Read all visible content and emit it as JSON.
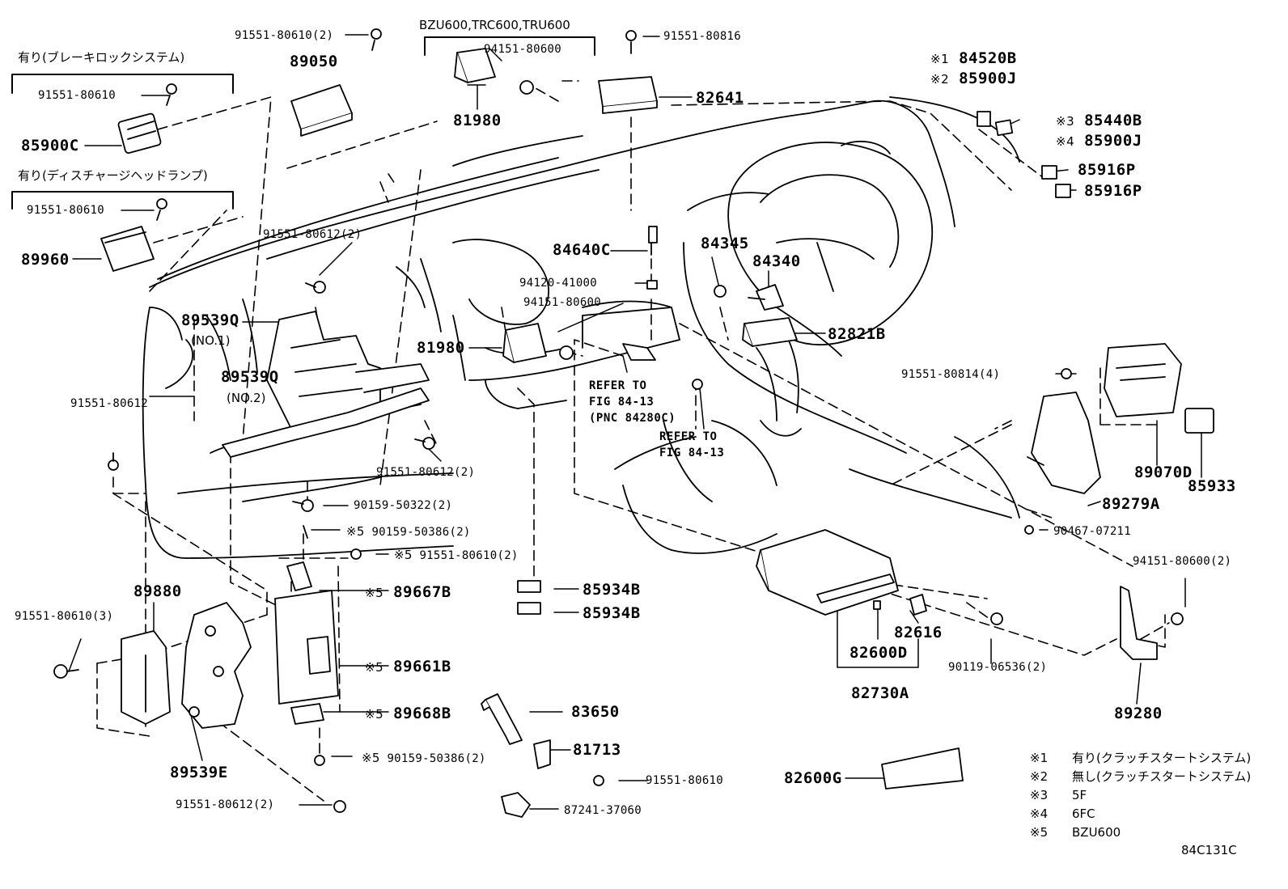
{
  "diagram_code": "84C131C",
  "headers": {
    "brake_lock": "有り(ブレーキロックシステム)",
    "discharge_headlamp": "有り(ディスチャージヘッドランプ)",
    "models": "BZU600,TRC600,TRU600"
  },
  "labels": {
    "p_91551_80610_2_top": "91551-80610(2)",
    "p_89050": "89050",
    "p_91551_80610_a": "91551-80610",
    "p_85900c": "85900C",
    "p_91551_80610_b": "91551-80610",
    "p_89960": "89960",
    "p_94151_80600_top": "94151-80600",
    "p_81980_top": "81980",
    "p_91551_80816": "91551-80816",
    "p_82641": "82641",
    "p_84520b": "84520B",
    "p_85900j": "85900J",
    "p_85440b": "85440B",
    "p_85900j_b": "85900J",
    "p_85916p_a": "85916P",
    "p_85916p_b": "85916P",
    "p_91551_80612_2_a": "91551-80612(2)",
    "p_84640c": "84640C",
    "p_84345": "84345",
    "p_84340": "84340",
    "p_94120_41000": "94120-41000",
    "p_94151_80600_mid": "94151-80600",
    "p_89539q_1": "89539Q",
    "p_no1": "(NO.1)",
    "p_89539q_2": "89539Q",
    "p_no2": "(NO.2)",
    "p_81980_mid": "81980",
    "p_82821b": "82821B",
    "ref1_a": "REFER TO",
    "ref1_b": "FIG 84-13",
    "ref1_c": "(PNC 84280C)",
    "ref2_a": "REFER TO",
    "ref2_b": "FIG 84-13",
    "p_91551_80612_left": "91551-80612",
    "p_91551_80814_4": "91551-80814(4)",
    "p_91551_80612_2_b": "91551-80612(2)",
    "p_89070d": "89070D",
    "p_85933": "85933",
    "p_90159_50322_2": "90159-50322(2)",
    "p_89279a": "89279A",
    "p_90159_50386_2_top": "90159-50386(2)",
    "p_90467_07211": "90467-07211",
    "p_91551_80610_2_mid": "91551-80610(2)",
    "p_94151_80600_2": "94151-80600(2)",
    "p_89880": "89880",
    "p_89667b": "89667B",
    "p_85934b_a": "85934B",
    "p_85934b_b": "85934B",
    "p_91551_80610_3": "91551-80610(3)",
    "p_82616": "82616",
    "p_82600d": "82600D",
    "p_90119_06536_2": "90119-06536(2)",
    "p_89661b": "89661B",
    "p_82730a": "82730A",
    "p_83650": "83650",
    "p_89668b": "89668B",
    "p_89280": "89280",
    "p_81713": "81713",
    "p_89539e": "89539E",
    "p_90159_50386_2_bot": "90159-50386(2)",
    "p_82600g": "82600G",
    "p_91551_80610_c": "91551-80610",
    "p_91551_80612_2_c": "91551-80612(2)",
    "p_87241_37060": "87241-37060"
  },
  "marks": {
    "m1": "※1",
    "m2": "※2",
    "m3": "※3",
    "m4": "※4",
    "m5": "※5"
  },
  "legend": [
    {
      "mark": "※1",
      "text": "有り(クラッチスタートシステム)"
    },
    {
      "mark": "※2",
      "text": "無し(クラッチスタートシステム)"
    },
    {
      "mark": "※3",
      "text": "5F"
    },
    {
      "mark": "※4",
      "text": "6FC"
    },
    {
      "mark": "※5",
      "text": "BZU600"
    }
  ]
}
